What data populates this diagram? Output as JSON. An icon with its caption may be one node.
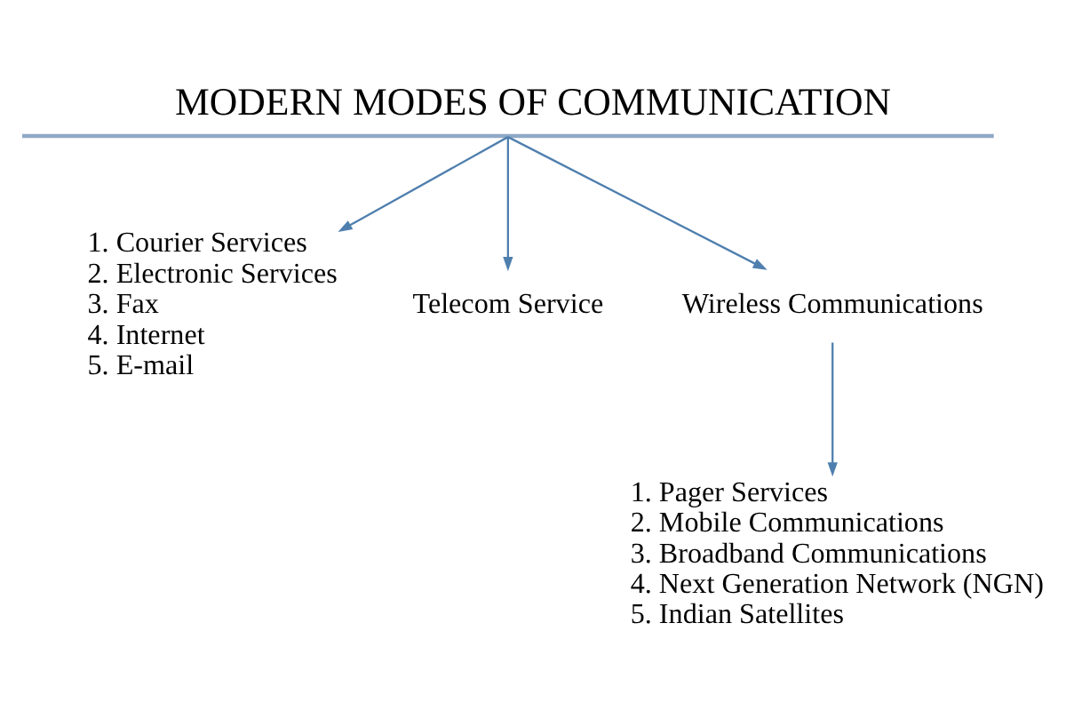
{
  "diagram": {
    "title": "MODERN MODES OF COMMUNICATION",
    "nodes": [
      {
        "text": [],
        "shape": "bar"
      },
      {
        "text": [
          "1. Courier Services",
          "2. Electronic Services",
          "3. Fax",
          "4. Internet",
          "5. E-mail"
        ]
      },
      {
        "text": [
          "Telecom Service"
        ]
      },
      {
        "text": [
          "Wireless Communications"
        ]
      },
      {
        "text": [
          "1. Pager Services",
          "2. Mobile Communications",
          "3. Broadband Communications",
          "4. Next Generation Network (NGN)",
          "5. Indian Satellites"
        ]
      }
    ],
    "edges": [
      {
        "from": 0,
        "to": 1,
        "arrow": "to"
      },
      {
        "from": 0,
        "to": 2,
        "arrow": "to"
      },
      {
        "from": 0,
        "to": 3,
        "arrow": "to"
      },
      {
        "from": 3,
        "to": 4,
        "arrow": "to"
      }
    ]
  }
}
